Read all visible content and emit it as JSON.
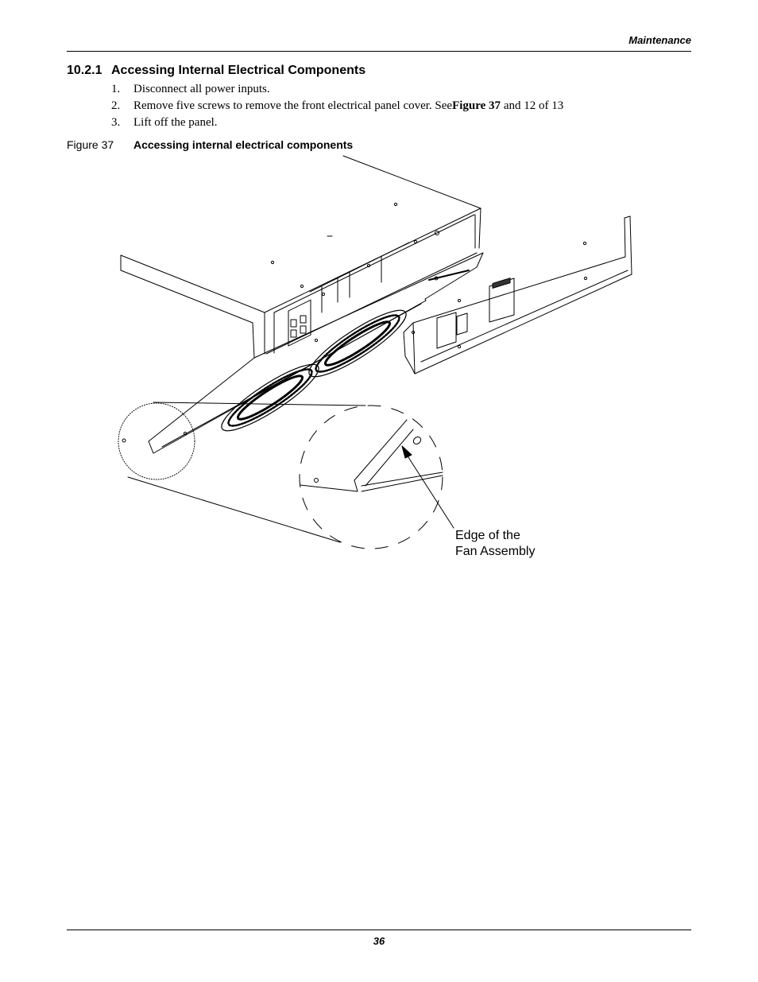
{
  "header": {
    "section_label": "Maintenance"
  },
  "section": {
    "number": "10.2.1",
    "title": "Accessing Internal Electrical Components"
  },
  "steps": [
    {
      "num": "1.",
      "text": "Disconnect all power inputs."
    },
    {
      "num": "2.",
      "text_before": "Remove five screws to remove the front electrical panel cover. See",
      "bold_ref": "Figure 37",
      "text_after": " and 12 of 13"
    },
    {
      "num": "3.",
      "text": "Lift off the panel."
    }
  ],
  "figure": {
    "label": "Figure 37",
    "caption": "Accessing internal electrical components",
    "callout_line1": "Edge of the",
    "callout_line2": "Fan Assembly"
  },
  "footer": {
    "page_number": "36"
  }
}
